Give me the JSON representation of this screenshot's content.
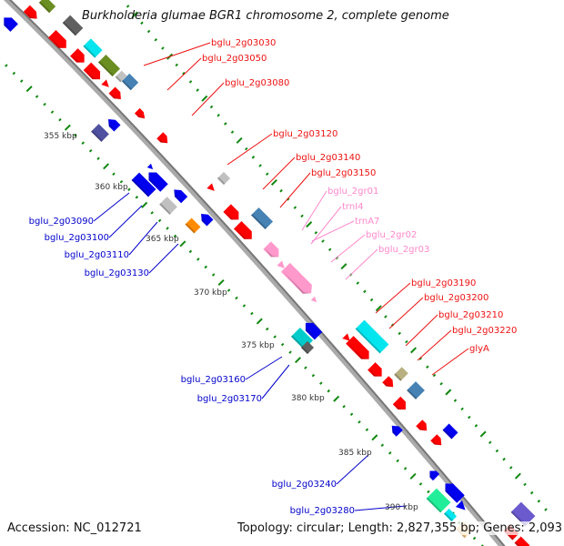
{
  "title": "Burkholderia glumae BGR1 chromosome 2, complete genome",
  "footer": {
    "accession": "Accession: NC_012721",
    "summary": "Topology: circular; Length: 2,827,355 bp; Genes: 2,093"
  },
  "colors": {
    "backbone": "#909090",
    "forward_label": "#ee1111",
    "reverse_label": "#0000cc",
    "rna_label": "#ff88cc",
    "tick": "#118811"
  },
  "ticks": [
    {
      "label": "355 kbp"
    },
    {
      "label": "360 kbp"
    },
    {
      "label": "365 kbp"
    },
    {
      "label": "370 kbp"
    },
    {
      "label": "375 kbp"
    },
    {
      "label": "380 kbp"
    },
    {
      "label": "385 kbp"
    },
    {
      "label": "390 kbp"
    }
  ],
  "labels": {
    "forward": [
      "bglu_2g03030",
      "bglu_2g03050",
      "bglu_2g03080",
      "bglu_2g03120",
      "bglu_2g03140",
      "bglu_2g03150",
      "bglu_2g03190",
      "bglu_2g03200",
      "bglu_2g03210",
      "bglu_2g03220",
      "glyA"
    ],
    "rna": [
      "bglu_2gr01",
      "trnI4",
      "trnA7",
      "bglu_2gr02",
      "bglu_2gr03"
    ],
    "reverse": [
      "bglu_2g03090",
      "bglu_2g03100",
      "bglu_2g03110",
      "bglu_2g03130",
      "bglu_2g03160",
      "bglu_2g03170",
      "bglu_2g03240",
      "bglu_2g03280"
    ]
  }
}
